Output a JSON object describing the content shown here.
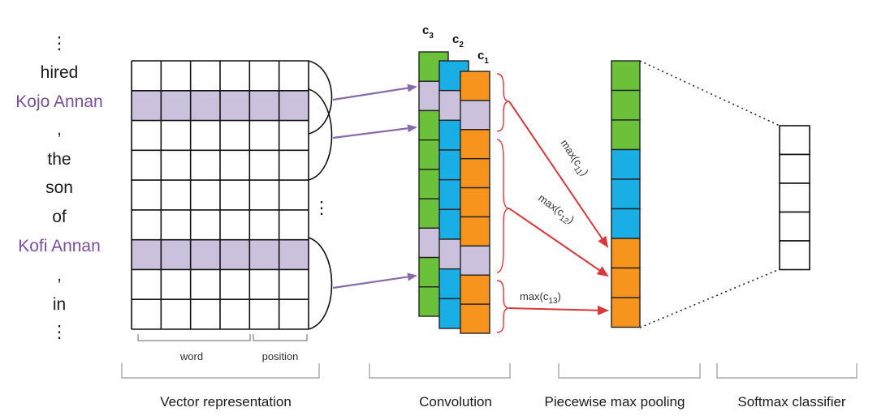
{
  "words": [
    {
      "text": "⋮",
      "entity": false
    },
    {
      "text": "hired",
      "entity": false
    },
    {
      "text": "Kojo Annan",
      "entity": true
    },
    {
      "text": ",",
      "entity": false
    },
    {
      "text": "the",
      "entity": false
    },
    {
      "text": "son",
      "entity": false
    },
    {
      "text": "of",
      "entity": false
    },
    {
      "text": "Kofi Annan",
      "entity": true
    },
    {
      "text": ",",
      "entity": false
    },
    {
      "text": "in",
      "entity": false
    },
    {
      "text": "⋮",
      "entity": false
    }
  ],
  "matrix": {
    "cols": 6,
    "rows": 9,
    "highlight_rows": [
      1,
      6
    ],
    "more_symbol": "⋮",
    "word_label": "word",
    "position_label": "position"
  },
  "filters": [
    {
      "label": "c",
      "sub": "3",
      "color": "#6cc13a",
      "highlight": [
        1,
        6
      ]
    },
    {
      "label": "c",
      "sub": "2",
      "color": "#19aee6",
      "highlight": [
        1,
        6
      ]
    },
    {
      "label": "c",
      "sub": "1",
      "color": "#f7941d",
      "highlight": [
        1,
        6
      ]
    }
  ],
  "pooling": {
    "segments": [
      {
        "color": "#6cc13a",
        "count": 3
      },
      {
        "color": "#19aee6",
        "count": 3
      },
      {
        "color": "#f7941d",
        "count": 3
      }
    ],
    "annotations": [
      {
        "pre": "max(c",
        "sub": "11",
        "post": ")"
      },
      {
        "pre": "max(c",
        "sub": "12",
        "post": ")"
      },
      {
        "pre": "max(c",
        "sub": "13",
        "post": ")"
      }
    ]
  },
  "softmax": {
    "cells": 5
  },
  "sections": {
    "vector": "Vector representation",
    "convolution": "Convolution",
    "pooling": "Piecewise max pooling",
    "softmax": "Softmax classifier"
  },
  "colors": {
    "highlight": "#cbc1dc",
    "arrow_purple": "#8a6aae",
    "arrow_red": "#d63a3a",
    "entity_text": "#7b4f9b"
  }
}
